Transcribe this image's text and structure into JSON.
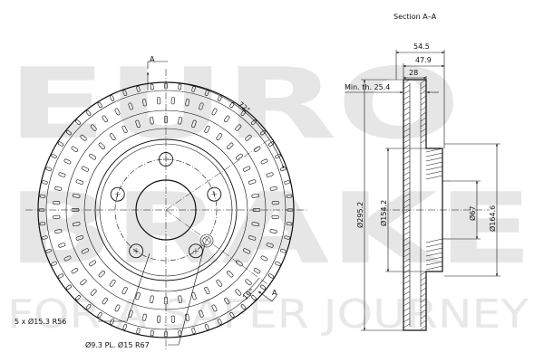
{
  "watermark": {
    "line1": "EURO",
    "line2": "BRAKE",
    "tagline": "FOR A SAFER JOURNEY"
  },
  "section_title": "Section A–A",
  "section_marker_top": "A",
  "section_marker_bottom": "A",
  "angle_top": "72°",
  "angle_bottom": "19°",
  "bolt_note": "5 x Ø15.3 R56",
  "pin_note": "Ø9.3 PL. Ø15 R67",
  "dims": {
    "width_total": "54.5",
    "width_hat": "47.9",
    "width_disc": "28",
    "min_th": "Min. th. 25.4",
    "d_outer": "Ø295.2",
    "d_hat": "Ø154.2",
    "d_bore": "Ø67",
    "d_hat_outer": "Ø164.6"
  },
  "colors": {
    "line": "#111111",
    "watermark": "#e6e6e6"
  }
}
